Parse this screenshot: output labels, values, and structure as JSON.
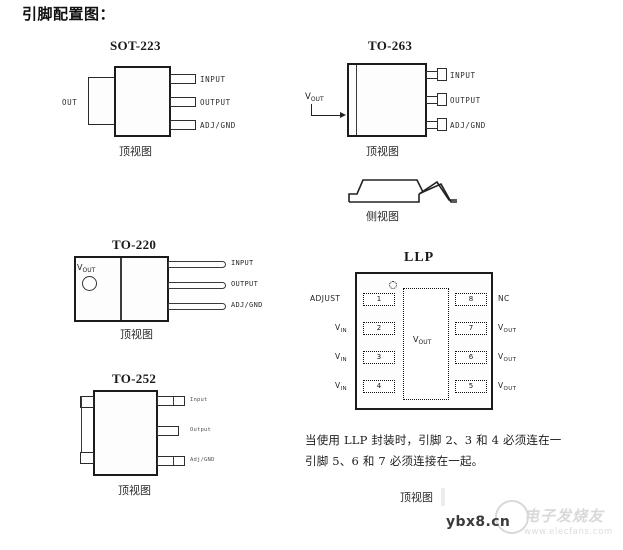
{
  "page": {
    "title": "引脚配置图：",
    "background_color": "#ffffff",
    "line_color": "#1b1b1b"
  },
  "packages": [
    {
      "id": "sot-223",
      "title": "SOT-223",
      "view_label": "顶视图",
      "tab_label": "OUT",
      "pins": [
        "INPUT",
        "OUTPUT",
        "ADJ/GND"
      ]
    },
    {
      "id": "to-263",
      "title": "TO-263",
      "view_label": "顶视图",
      "side_view_label": "侧视图",
      "tab_label": "V",
      "tab_label_sub": "OUT",
      "pins": [
        "INPUT",
        "OUTPUT",
        "ADJ/GND"
      ]
    },
    {
      "id": "to-220",
      "title": "TO-220",
      "view_label": "顶视图",
      "tab_label": "V",
      "tab_label_sub": "OUT",
      "pins": [
        "INPUT",
        "OUTPUT",
        "ADJ/GND"
      ]
    },
    {
      "id": "to-252",
      "title": "TO-252",
      "view_label": "顶视图",
      "pins": [
        "Input",
        "Output",
        "Adj/GND"
      ]
    },
    {
      "id": "llp",
      "title": "LLP",
      "view_label": "顶视图",
      "center_pad_label": "V",
      "center_pad_sub": "OUT",
      "left_pins": [
        {
          "number": "1",
          "label": "ADJUST",
          "sub": ""
        },
        {
          "number": "2",
          "label": "V",
          "sub": "IN"
        },
        {
          "number": "3",
          "label": "V",
          "sub": "IN"
        },
        {
          "number": "4",
          "label": "V",
          "sub": "IN"
        }
      ],
      "right_pins": [
        {
          "number": "8",
          "label": "NC",
          "sub": ""
        },
        {
          "number": "7",
          "label": "V",
          "sub": "OUT"
        },
        {
          "number": "6",
          "label": "V",
          "sub": "OUT"
        },
        {
          "number": "5",
          "label": "V",
          "sub": "OUT"
        }
      ],
      "note_line1": "当使用 LLP 封装时，引脚 2、3 和 4 必须连在一",
      "note_line2": "引脚 5、6 和 7 必须连接在一起。"
    }
  ],
  "watermarks": {
    "ybx": "ybx8.cn",
    "elecfans_cn": "电子发烧友",
    "elecfans_url": "www.elecfans.com"
  }
}
